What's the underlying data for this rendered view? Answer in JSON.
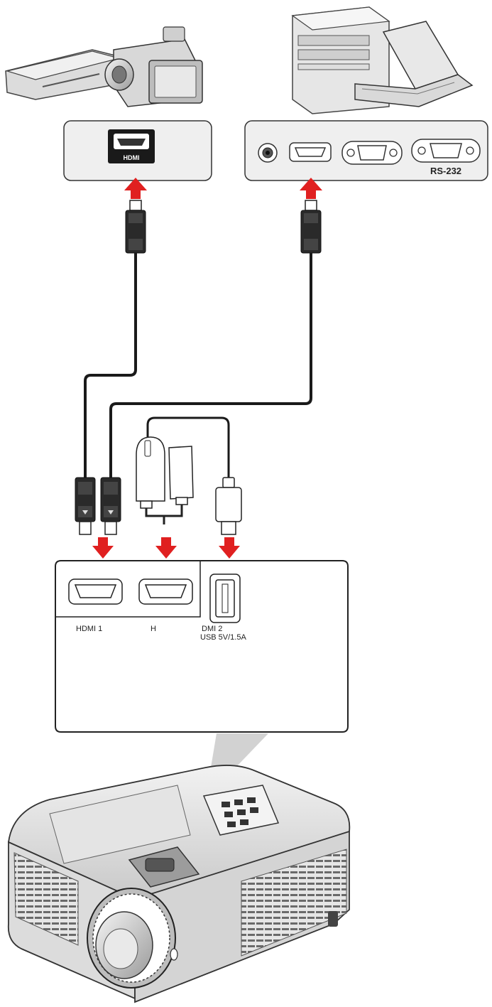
{
  "labels": {
    "hdmi_logo": "HDMI",
    "rs232": "RS-232",
    "hdmi1": "HDMI 1",
    "hdmi2_left": "H",
    "hdmi2_right": "DMI 2",
    "usb": "USB 5V/1.5A"
  },
  "colors": {
    "arrow": "#e02020",
    "panel_fill": "#efefef",
    "cable": "#1a1a1a",
    "beam": "#d2d2d2"
  },
  "icons": {
    "hdmi_port": "hdmi-port-icon",
    "audio_jack": "audio-jack-icon",
    "vga_port": "vga-port-icon",
    "serial_port": "rs232-port-icon",
    "usb_port": "usb-port-icon"
  }
}
